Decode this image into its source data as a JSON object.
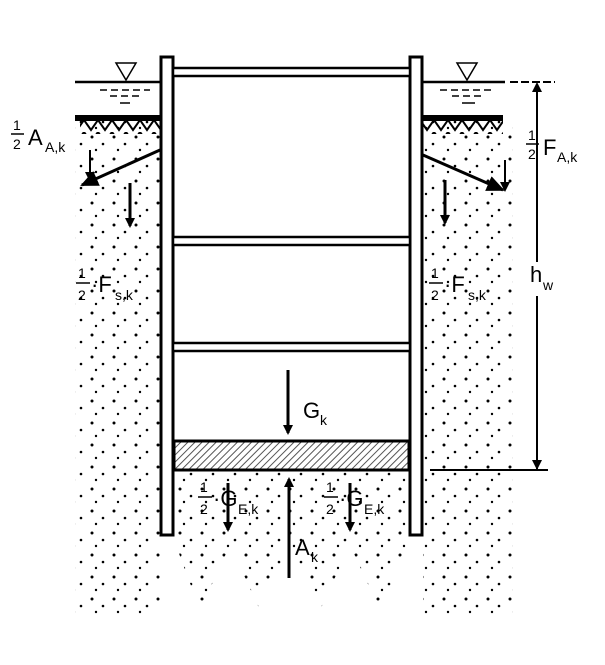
{
  "labels": {
    "anchor_force_left": {
      "coef": "1",
      "den": "2",
      "main": "A",
      "sub": "A,k"
    },
    "anchor_force_right": {
      "coef": "1",
      "den": "2",
      "main": "F",
      "sub": "A,k"
    },
    "friction_left": {
      "coef": "1",
      "den": "2",
      "main": "·F",
      "sub": "s,k"
    },
    "friction_right": {
      "coef": "1",
      "den": "2",
      "main": "·F",
      "sub": "s,k"
    },
    "water_height": {
      "main": "h",
      "sub": "w"
    },
    "self_weight": {
      "main": "G",
      "sub": "k"
    },
    "base_weight_left": {
      "coef": "1",
      "den": "2",
      "main": "·G",
      "sub": "E,k"
    },
    "base_weight_right": {
      "coef": "1",
      "den": "2",
      "main": "·G",
      "sub": "E,k"
    },
    "uplift": {
      "main": "A",
      "sub": "k"
    }
  },
  "colors": {
    "ink": "#000000",
    "background": "#ffffff"
  }
}
